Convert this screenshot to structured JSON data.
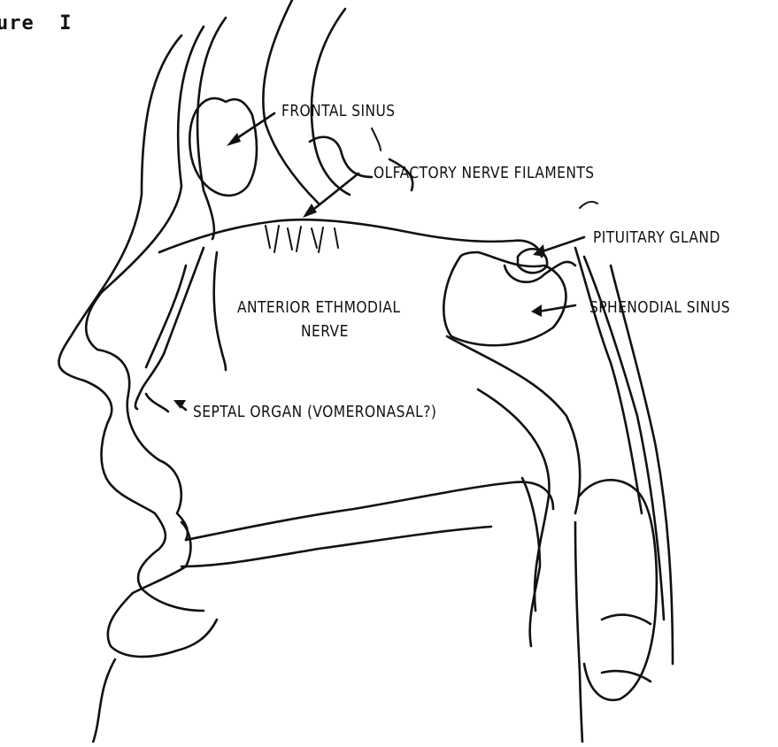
{
  "figure": {
    "title": "ure  I"
  },
  "labels": {
    "frontal_sinus": "FRONTAL SINUS",
    "olfactory_nerve_filaments": "OLFACTORY NERVE FILAMENTS",
    "pituitary_gland": "PITUITARY GLAND",
    "anterior_ethmoidal_line1": "ANTERIOR ETHMODIAL",
    "anterior_ethmoidal_line2": "NERVE",
    "sphenoidal_sinus": "SPHENODIAL SINUS",
    "septal_organ": "SEPTAL ORGAN (VOMERONASAL?)"
  }
}
